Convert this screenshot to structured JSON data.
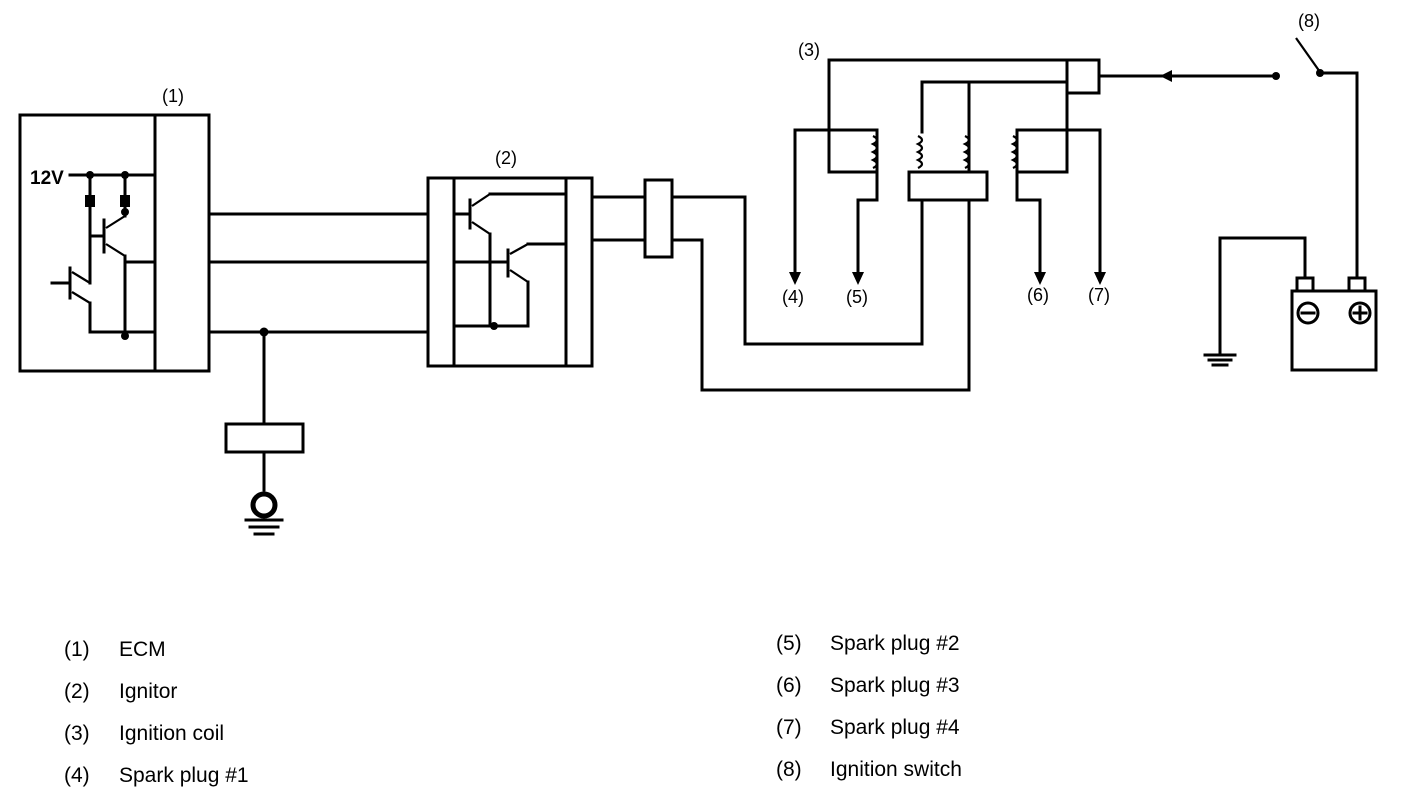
{
  "diagram": {
    "supply_label": "12V",
    "callouts": {
      "ecm": "(1)",
      "ignitor": "(2)",
      "coil": "(3)",
      "plug1": "(4)",
      "plug2": "(5)",
      "plug3": "(6)",
      "plug4": "(7)",
      "switch": "(8)"
    }
  },
  "legend": {
    "left": [
      {
        "num": "(1)",
        "name": "ECM"
      },
      {
        "num": "(2)",
        "name": "Ignitor"
      },
      {
        "num": "(3)",
        "name": "Ignition coil"
      },
      {
        "num": "(4)",
        "name": "Spark plug #1"
      }
    ],
    "right": [
      {
        "num": "(5)",
        "name": "Spark plug #2"
      },
      {
        "num": "(6)",
        "name": "Spark plug #3"
      },
      {
        "num": "(7)",
        "name": "Spark plug #4"
      },
      {
        "num": "(8)",
        "name": "Ignition switch"
      }
    ]
  }
}
